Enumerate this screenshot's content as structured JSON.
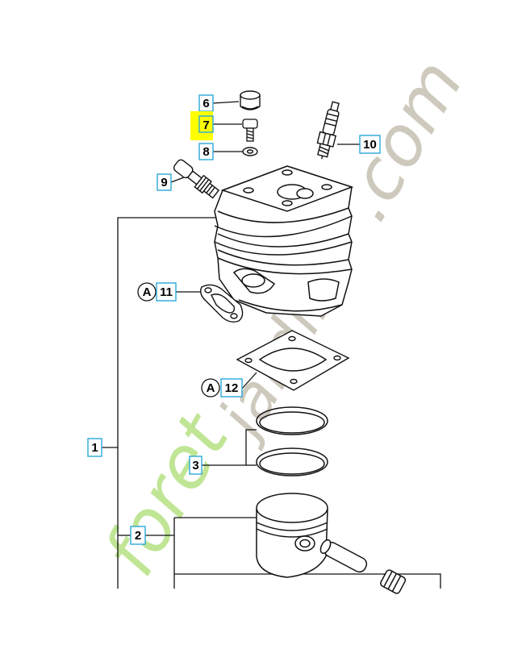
{
  "callouts": [
    {
      "id": "1",
      "text": "1",
      "highlighted": false
    },
    {
      "id": "2",
      "text": "2",
      "highlighted": false
    },
    {
      "id": "3",
      "text": "3",
      "highlighted": false
    },
    {
      "id": "6",
      "text": "6",
      "highlighted": false
    },
    {
      "id": "7",
      "text": "7",
      "highlighted": true
    },
    {
      "id": "8",
      "text": "8",
      "highlighted": false
    },
    {
      "id": "9",
      "text": "9",
      "highlighted": false
    },
    {
      "id": "10",
      "text": "10",
      "highlighted": false
    },
    {
      "id": "11",
      "text": "11",
      "highlighted": false
    },
    {
      "id": "12",
      "text": "12",
      "highlighted": false
    }
  ],
  "circle_markers": [
    {
      "ref": "11",
      "text": "A"
    },
    {
      "ref": "12",
      "text": "A"
    }
  ],
  "watermark": {
    "left_word": "foret",
    "right_word": "jardin",
    "suffix": ".com"
  },
  "colors": {
    "callout_border": "#2aa7d9",
    "highlight": "#ffff00",
    "watermark_green": "#b9e38a",
    "watermark_gray": "#c9c3b6",
    "line": "#111111"
  }
}
